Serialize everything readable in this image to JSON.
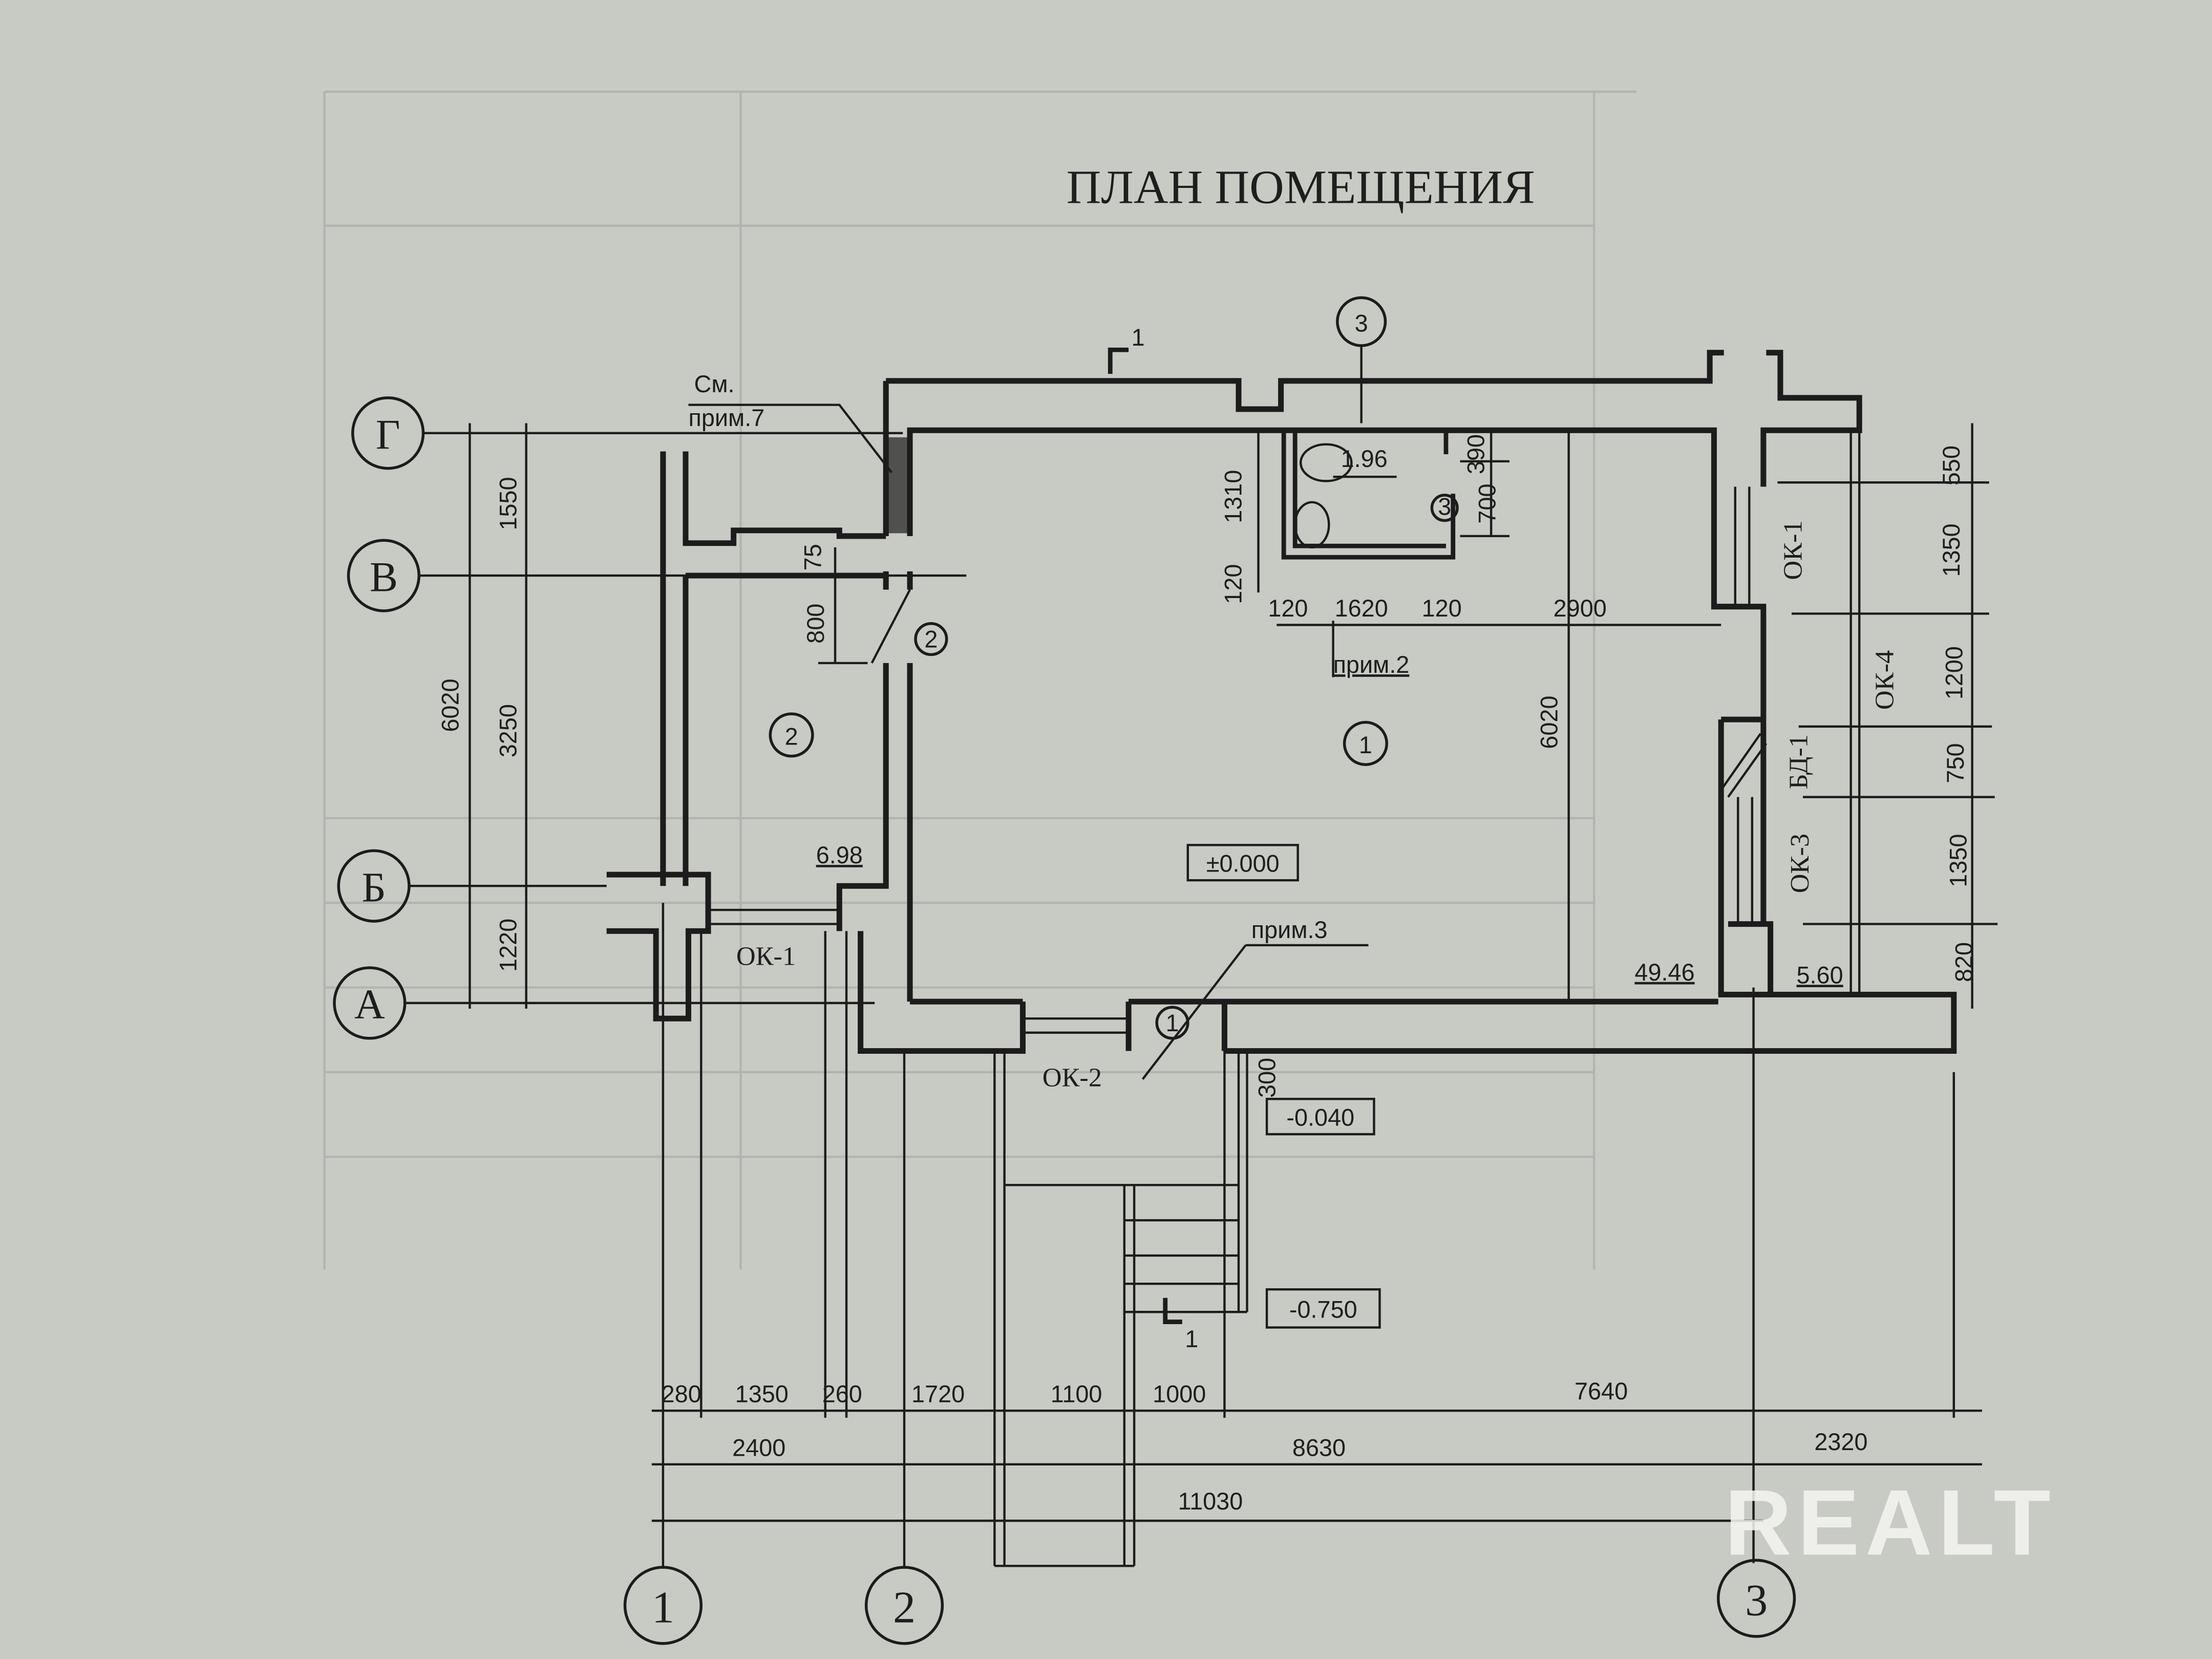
{
  "title": "ПЛАН ПОМЕЩЕНИЯ",
  "axes": {
    "g": "Г",
    "v": "В",
    "b": "Б",
    "a": "А",
    "n1": "1",
    "n2": "2",
    "n3": "3",
    "n3_top": "3"
  },
  "rooms": {
    "r1": "1",
    "r2": "2",
    "r2_door": "2",
    "r1_entry": "1",
    "r3_door": "3"
  },
  "areas": {
    "room2": "6.98",
    "room1": "49.46",
    "room_right": "5.60",
    "wc": "1.96"
  },
  "levels": {
    "floor": "±0.000",
    "step": "-0.040",
    "ground": "-0.750"
  },
  "notes": {
    "see": "См.",
    "prim7": "прим.7",
    "prim2": "прим.2",
    "prim3": "прим.3",
    "section": "1",
    "section_bottom": "1"
  },
  "openings": {
    "ok1_left": "ОК-1",
    "ok2": "ОК-2",
    "ok1_right": "ОК-1",
    "ok4": "ОК-4",
    "bd1": "БД-1",
    "ok3": "ОК-3"
  },
  "dims_left": {
    "total": "6020",
    "d1550": "1550",
    "d3250": "3250",
    "d1220": "1220"
  },
  "dims_inner": {
    "d75": "75",
    "d800": "800",
    "d1310": "1310",
    "d120a": "120",
    "d120b": "120",
    "d1620": "1620",
    "d120c": "120",
    "d2900": "2900",
    "d6020": "6020",
    "d390": "390",
    "d700": "700",
    "d300": "300"
  },
  "dims_right": {
    "d550": "550",
    "d1350a": "1350",
    "d1200": "1200",
    "d750": "750",
    "d1350b": "1350",
    "d820": "820"
  },
  "dims_bottom": {
    "row1": [
      "280",
      "1350",
      "260",
      "1720",
      "1100",
      "1000",
      "7640"
    ],
    "row2": [
      "2400",
      "8630",
      "2320"
    ],
    "row3": [
      "11030"
    ]
  },
  "watermark": "REALT",
  "colors": {
    "paper": "#c8cac4",
    "ink": "#1c1c1c"
  }
}
